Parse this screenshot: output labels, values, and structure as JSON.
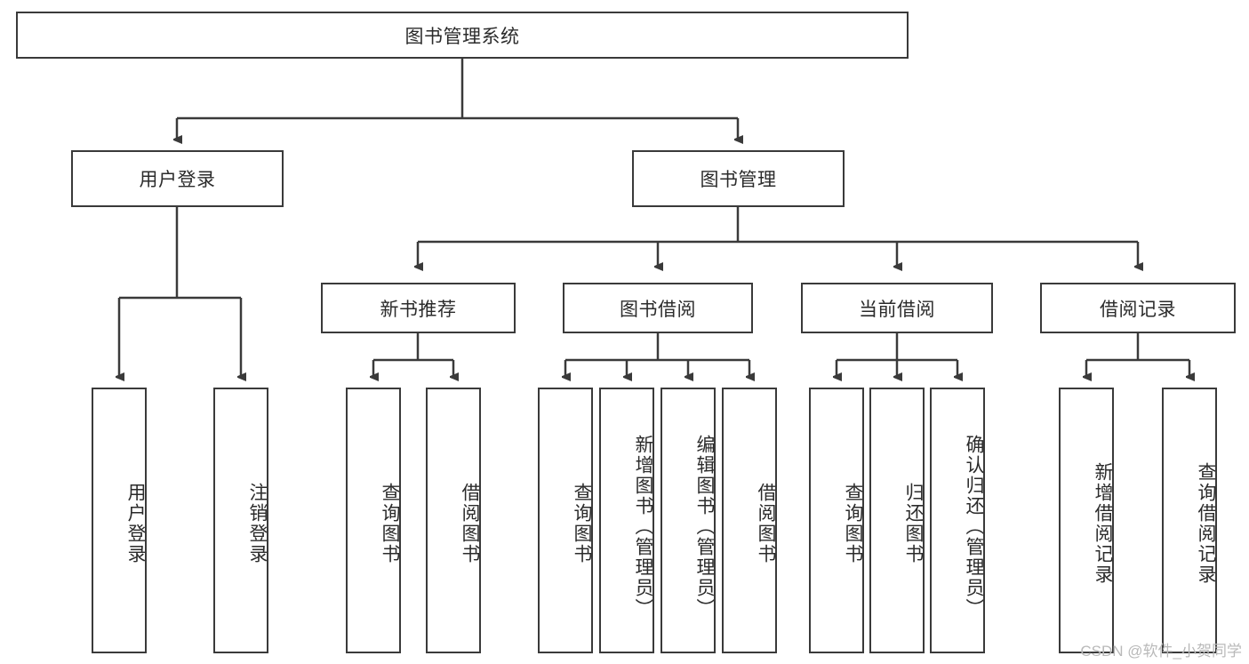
{
  "diagram": {
    "title": "图书管理系统",
    "type": "tree-hierarchy-chart",
    "root": {
      "label": "图书管理系统"
    },
    "level2": [
      {
        "label": "用户登录"
      },
      {
        "label": "图书管理"
      }
    ],
    "level3": [
      {
        "label": "新书推荐"
      },
      {
        "label": "图书借阅"
      },
      {
        "label": "当前借阅"
      },
      {
        "label": "借阅记录"
      }
    ],
    "leaves": {
      "user_login": [
        {
          "label": "用户登录"
        },
        {
          "label": "注销登录"
        }
      ],
      "new_book_recommend": [
        {
          "label": "查询图书"
        },
        {
          "label": "借阅图书"
        }
      ],
      "book_borrow": [
        {
          "label": "查询图书"
        },
        {
          "label": "新增图书（管理员）"
        },
        {
          "label": "编辑图书（管理员）"
        },
        {
          "label": "借阅图书"
        }
      ],
      "current_borrow": [
        {
          "label": "查询图书"
        },
        {
          "label": "归还图书"
        },
        {
          "label": "确认归还（管理员）"
        }
      ],
      "borrow_record": [
        {
          "label": "新增借阅记录"
        },
        {
          "label": "查询借阅记录"
        }
      ]
    }
  },
  "watermark": {
    "text": "CSDN @软件_小贺同学"
  },
  "colors": {
    "stroke": "#3a3a3a",
    "text": "#2b2b2b",
    "background": "#ffffff",
    "watermark": "#b9b9b9"
  }
}
